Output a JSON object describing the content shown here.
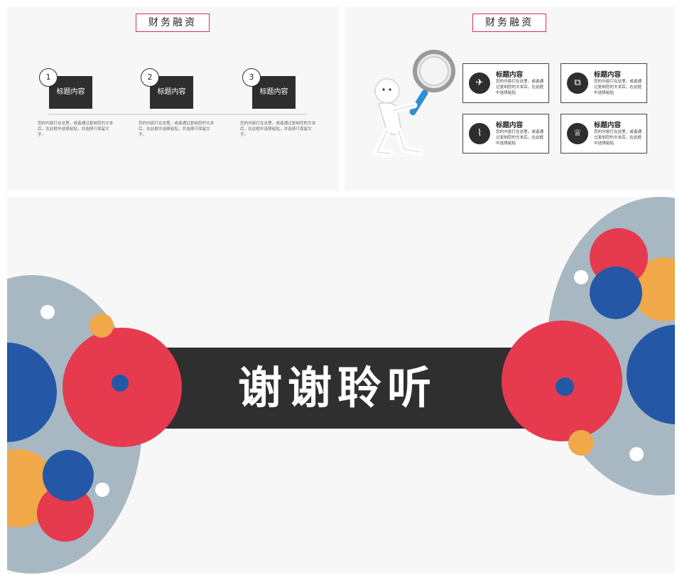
{
  "slide1": {
    "title": "财务融资",
    "steps": [
      {
        "number": "1",
        "label": "标题内容",
        "desc": "您的内容打在这里，或者通过复制您的文本后，在此框中选择粘贴，并选择只保留文字。"
      },
      {
        "number": "2",
        "label": "标题内容",
        "desc": "您的内容打在这里，或者通过复制您的文本后，在此框中选择粘贴，并选择只保留文字。"
      },
      {
        "number": "3",
        "label": "标题内容",
        "desc": "您的内容打在这里，或者通过复制您的文本后，在此框中选择粘贴，并选择只保留文字。"
      }
    ]
  },
  "slide2": {
    "title": "财务融资",
    "cards": [
      {
        "icon": "paper-plane-icon",
        "title": "标题内容",
        "text": "您的内容打在这里，或者通过复制您的文本后，在此框中选择粘贴"
      },
      {
        "icon": "copy-icon",
        "title": "标题内容",
        "text": "您的内容打在这里，或者通过复制您的文本后，在此框中选择粘贴"
      },
      {
        "icon": "paperclip-icon",
        "title": "标题内容",
        "text": "您的内容打在这里，或者通过复制您的文本后，在此框中选择粘贴"
      },
      {
        "icon": "trophy-icon",
        "title": "标题内容",
        "text": "您的内容打在这里，或者通过复制您的文本后，在此框中选择粘贴"
      }
    ]
  },
  "slide3": {
    "thanks": "谢谢聆听",
    "colors": {
      "red": "#e63a4f",
      "blue": "#2458a6",
      "orange": "#f0a848",
      "grey": "#a7b8c2",
      "dark": "#2f2f2f"
    }
  }
}
